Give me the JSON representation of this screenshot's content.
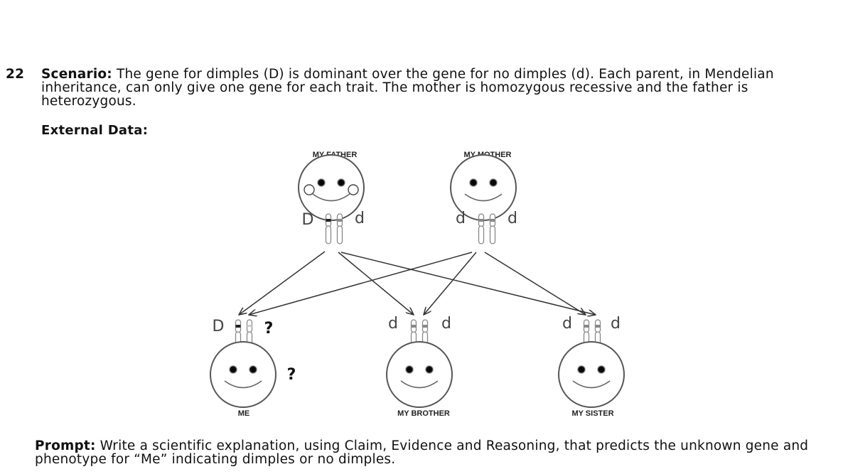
{
  "question": {
    "number": "22",
    "scenario_label": "Scenario:",
    "scenario_text": " The gene for dimples (D) is dominant over the gene for no dimples (d). Each parent, in Mendelian inheritance, can only give one gene for each trait. The mother is homozygous recessive and the father is heterozygous.",
    "external_data_label": "External Data:"
  },
  "diagram": {
    "parents": [
      {
        "label": "MY FATHER",
        "genes": [
          "D",
          "d"
        ],
        "dimples": true
      },
      {
        "label": "MY MOTHER",
        "genes": [
          "d",
          "d"
        ],
        "dimples": false
      }
    ],
    "children": [
      {
        "label": "ME",
        "genes": [
          "D",
          "?"
        ],
        "phenotype": "?"
      },
      {
        "label": "MY BROTHER",
        "genes": [
          "d",
          "d"
        ]
      },
      {
        "label": "MY SISTER",
        "genes": [
          "d",
          "d"
        ]
      }
    ],
    "unknown_mark": "?"
  },
  "prompt": {
    "label": "Prompt:",
    "text": " Write a scientific explanation, using Claim, Evidence and Reasoning, that predicts the unknown gene and phenotype for “Me” indicating dimples or no dimples."
  }
}
